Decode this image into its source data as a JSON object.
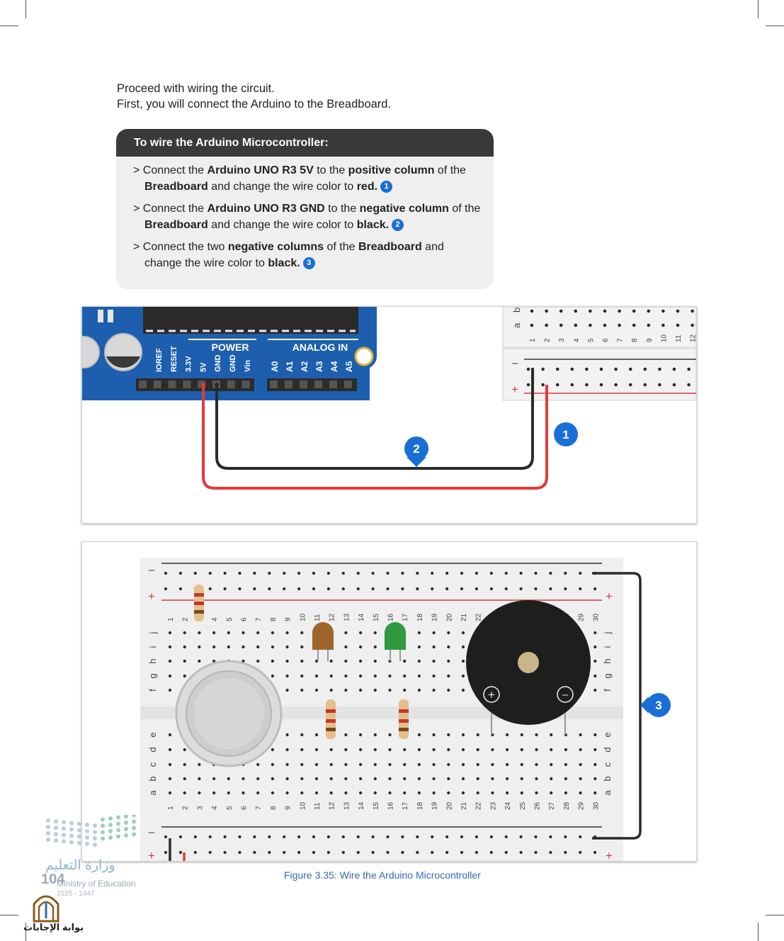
{
  "intro": {
    "line1": "Proceed with wiring the circuit.",
    "line2": "First, you will connect the Arduino to the Breadboard."
  },
  "instructions": {
    "heading": "To wire the Arduino Microcontroller:",
    "step1": {
      "a": "> Connect the ",
      "b": "Arduino UNO R3 5V",
      "c": " to the ",
      "d": "positive column",
      "e": " of the ",
      "f": "Breadboard",
      "g": " and change the wire color to ",
      "h": "red.",
      "num": "1"
    },
    "step2": {
      "a": "> Connect the ",
      "b": "Arduino UNO R3 GND",
      "c": " to the ",
      "d": "negative column",
      "e": " of the ",
      "f": "Breadboard",
      "g": " and change the wire color to ",
      "h": "black.",
      "num": "2"
    },
    "step3": {
      "a": "> Connect the two ",
      "b": "negative columns",
      "c": " of the ",
      "d": "Breadboard",
      "e": " and change the wire color to ",
      "f": "black.",
      "num": "3"
    }
  },
  "figure_top": {
    "power_label": "POWER",
    "analog_label": "ANALOG IN",
    "pins": [
      "IOREF",
      "RESET",
      "3.3V",
      "5V",
      "GND",
      "GND",
      "Vin"
    ],
    "analog_pins": [
      "A0",
      "A1",
      "A2",
      "A3",
      "A4",
      "A5"
    ],
    "bb_rows": [
      "a",
      "b"
    ],
    "bb_cols": [
      "1",
      "2",
      "3",
      "4",
      "5",
      "6",
      "7",
      "8",
      "9",
      "10",
      "11",
      "12"
    ],
    "minus": "–",
    "plus": "+",
    "marker1": "1",
    "marker2": "2"
  },
  "figure_bottom": {
    "cols": [
      "1",
      "2",
      "3",
      "4",
      "5",
      "6",
      "7",
      "8",
      "9",
      "10",
      "11",
      "12",
      "13",
      "14",
      "15",
      "16",
      "17",
      "18",
      "19",
      "20",
      "21",
      "22",
      "23",
      "24",
      "25",
      "26",
      "27",
      "28",
      "29",
      "30"
    ],
    "rows_upper": [
      "j",
      "i",
      "h",
      "g",
      "f"
    ],
    "rows_lower": [
      "e",
      "d",
      "c",
      "b",
      "a"
    ],
    "minus": "–",
    "plus": "+",
    "marker3": "3",
    "buzzer_plus": "+",
    "buzzer_minus": "–"
  },
  "caption": "Figure 3.35: Wire the Arduino Microcontroller",
  "footer": {
    "page_number": "104",
    "ministry_arabic": "وزارة التعليم",
    "ministry_english": "Ministry of Education",
    "year": "2025 - 1447",
    "portal": "بوابة الإجابات"
  },
  "colors": {
    "arduino_blue": "#1d5fae",
    "wire_red": "#e23a3a",
    "wire_black": "#2a2a2a",
    "marker_blue": "#1a6fd6",
    "caption_blue": "#2d6cb5"
  }
}
